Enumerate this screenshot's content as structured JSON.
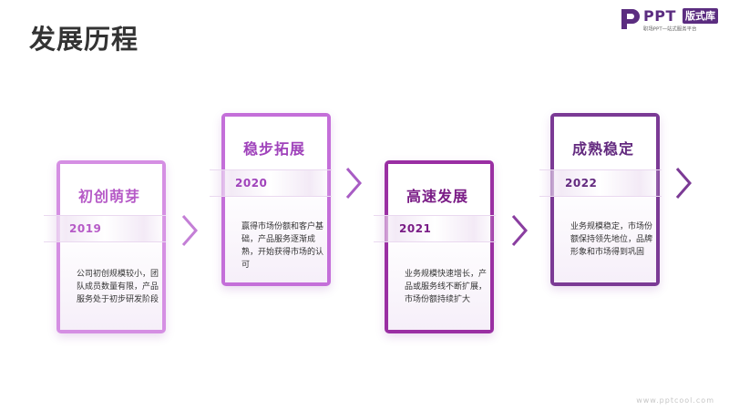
{
  "page_title": "发展历程",
  "brand": {
    "name": "PPT",
    "tag": "版式库",
    "subtitle": "职场PPT一站式服务平台"
  },
  "stages": [
    {
      "title": "初创萌芽",
      "year": "2019",
      "description": "公司初创规模较小，团队成员数量有限，产品服务处于初步研发阶段",
      "accent": "#d58fe3"
    },
    {
      "title": "稳步拓展",
      "year": "2020",
      "description": "赢得市场份额和客户基础，产品服务逐渐成熟，开始获得市场的认可",
      "accent": "#c46fd9"
    },
    {
      "title": "高速发展",
      "year": "2021",
      "description": "业务规模快速增长，产品或服务线不断扩展，市场份额持续扩大",
      "accent": "#9a2fa3"
    },
    {
      "title": "成熟稳定",
      "year": "2022",
      "description": "业务规模稳定，市场份额保持领先地位，品牌形象和市场得到巩固",
      "accent": "#7b3a95"
    }
  ],
  "watermark": "www.pptcool.com"
}
